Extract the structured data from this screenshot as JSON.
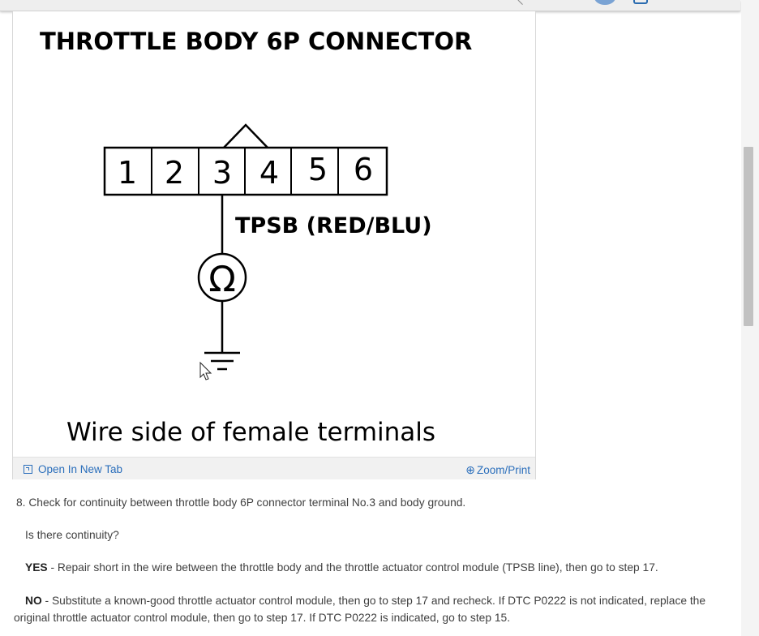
{
  "figure": {
    "title": "THROTTLE BODY 6P CONNECTOR",
    "terminals": [
      "1",
      "2",
      "3",
      "4",
      "5",
      "6"
    ],
    "wire_label": "TPSB (RED/BLU)",
    "meter_symbol": "Ω",
    "caption": "Wire side of female terminals",
    "open_tab_label": "Open In New Tab",
    "zoom_label": "Zoom/Print"
  },
  "step": {
    "instruction": "8. Check for continuity between throttle body 6P connector terminal No.3 and body ground.",
    "question": "Is there continuity?",
    "yes_label": "YES",
    "yes_text": " - Repair short in the wire between the throttle body and the throttle actuator control module (TPSB line), then go to step 17.",
    "no_label": "NO",
    "no_text_line1": " - Substitute a known-good throttle actuator control module, then go to step 17 and recheck. If DTC P0222 is not indicated, replace the",
    "no_text_line2": "original throttle actuator control module, then go to step 17. If DTC P0222 is indicated, go to step 15."
  },
  "colors": {
    "link": "#2a6ebb",
    "text": "#404040",
    "footer_bg": "#f1f1f1"
  }
}
